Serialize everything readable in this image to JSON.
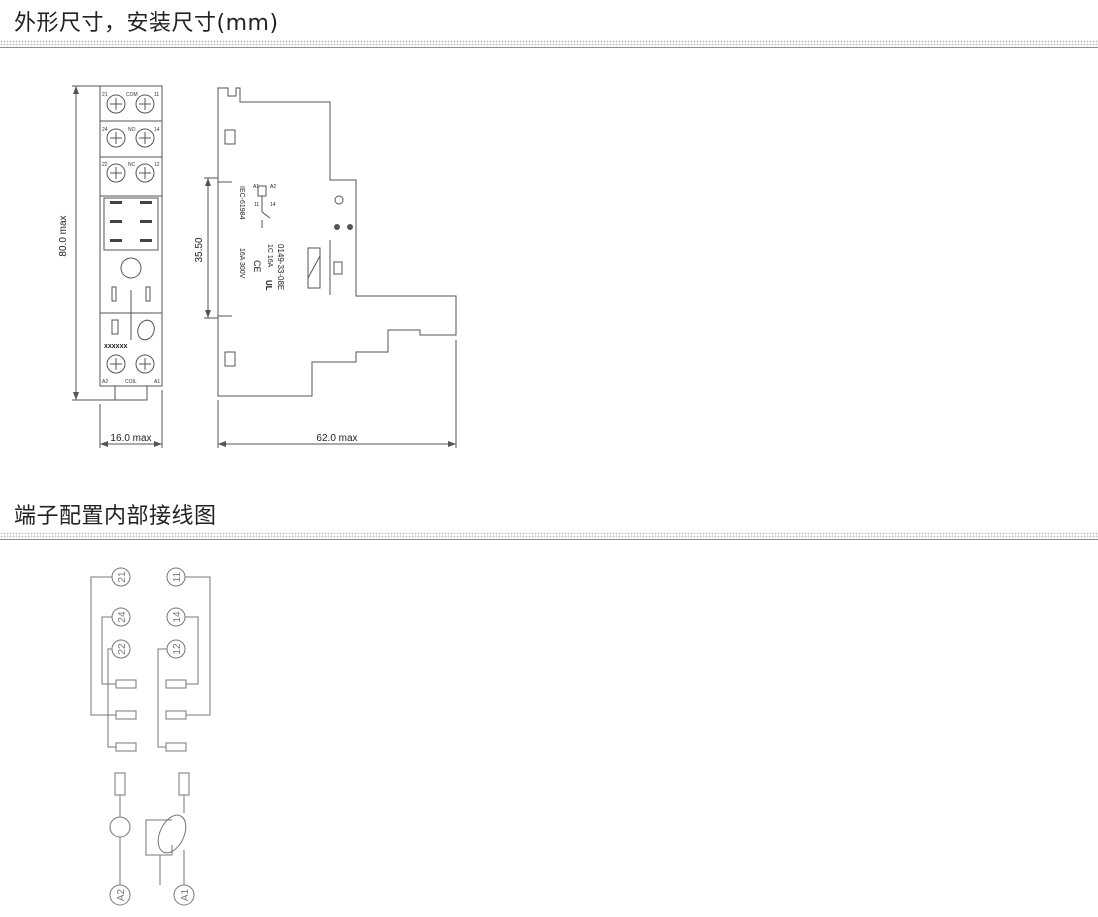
{
  "section1": {
    "title": "外形尺寸，安装尺寸(mm)"
  },
  "section2": {
    "title": "端子配置内部接线图"
  },
  "front_view": {
    "terminal_top_left": "21",
    "terminal_top_mid": "COM",
    "terminal_top_right": "11",
    "terminal_r2_left": "24",
    "terminal_r2_mid": "NO",
    "terminal_r2_right": "14",
    "terminal_r3_left": "22",
    "terminal_r3_mid": "NC",
    "terminal_r3_right": "12",
    "marking": "xxxxxx",
    "terminal_bottom_left": "A2",
    "terminal_bottom_mid": "COIL",
    "terminal_bottom_right": "A1",
    "height_dim": "80.0 max",
    "width_dim": "16.0 max"
  },
  "side_view": {
    "height_dim": "35.50",
    "depth_dim": "62.0 max",
    "standard": "IEC-61984",
    "rating": "16A 300V",
    "part_number": "0149-33-08E",
    "contact": "1C 16A",
    "ce_mark": "CE",
    "ul_mark": "UL",
    "schematic_a1": "A1",
    "schematic_a2": "A2",
    "schematic_11": "11",
    "schematic_14": "14"
  },
  "wiring": {
    "t21": "21",
    "t11": "11",
    "t24": "24",
    "t14": "14",
    "t22": "22",
    "t12": "12",
    "a2": "A2",
    "a1": "A1"
  }
}
